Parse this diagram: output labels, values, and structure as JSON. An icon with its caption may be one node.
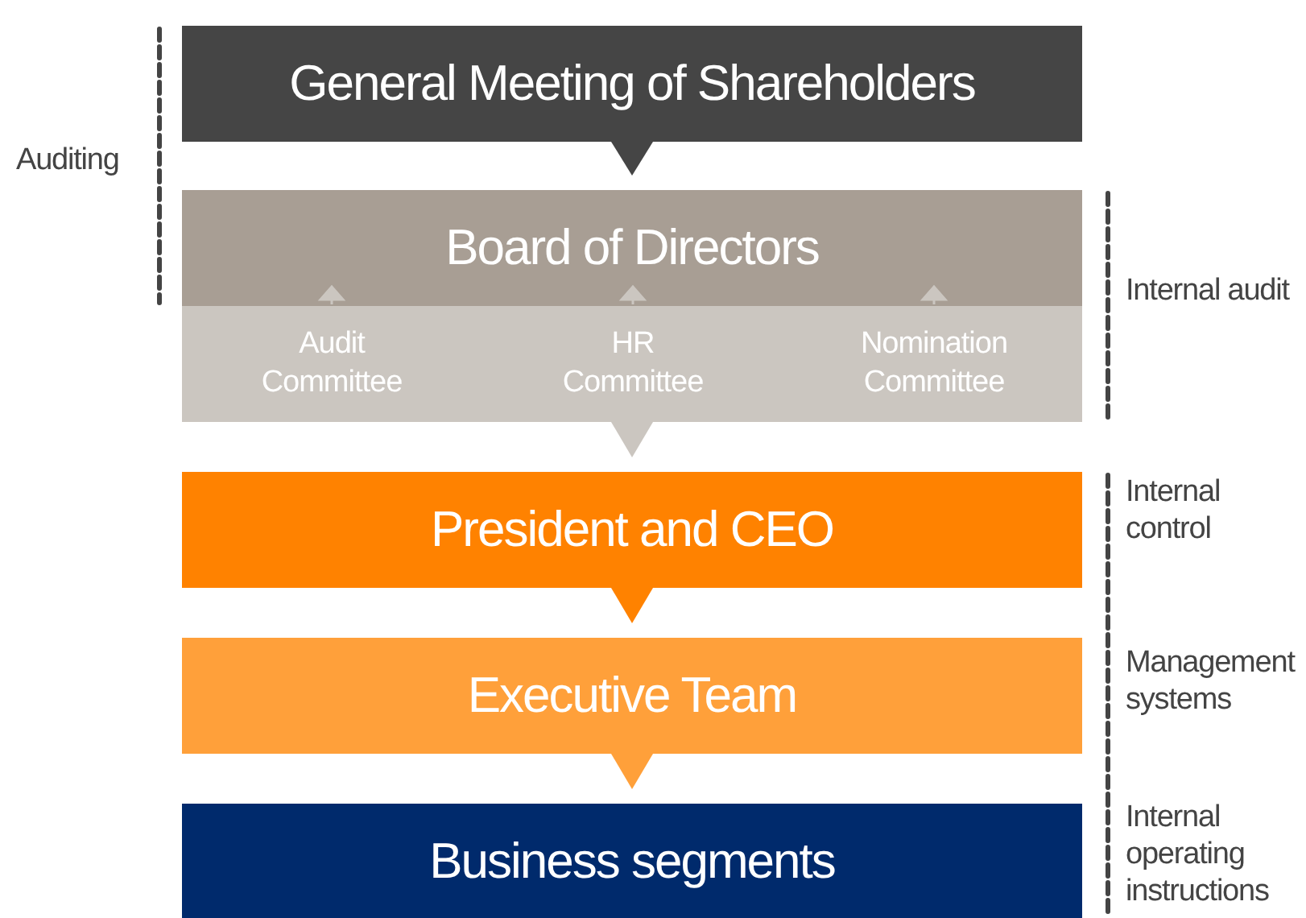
{
  "diagram": {
    "nodes": [
      {
        "text": [
          "General Meeting of Shareholders"
        ]
      },
      {
        "text": [
          "Board of Directors"
        ]
      },
      {
        "text": [],
        "shape": "bar"
      },
      {
        "text": [
          "Audit Committee"
        ],
        "in": 2
      },
      {
        "text": [
          "HR Committee"
        ],
        "in": 2
      },
      {
        "text": [
          "Nomination Committee"
        ],
        "in": 2
      },
      {
        "text": [
          "President and CEO"
        ]
      },
      {
        "text": [
          "Executive Team"
        ]
      },
      {
        "text": [
          "Business segments"
        ]
      }
    ],
    "edges": [
      {
        "from": 0,
        "to": 1,
        "arrow": "to"
      },
      {
        "from": 3,
        "to": 1,
        "arrow": "to"
      },
      {
        "from": 4,
        "to": 1,
        "arrow": "to"
      },
      {
        "from": 5,
        "to": 1,
        "arrow": "to"
      },
      {
        "from": 2,
        "to": 6,
        "arrow": "to"
      },
      {
        "from": 6,
        "to": 7,
        "arrow": "to"
      },
      {
        "from": 7,
        "to": 8,
        "arrow": "to"
      }
    ],
    "labels": [
      "Auditing",
      "Internal audit",
      "Internal control",
      "Management systems",
      "Internal operating instructions"
    ]
  }
}
